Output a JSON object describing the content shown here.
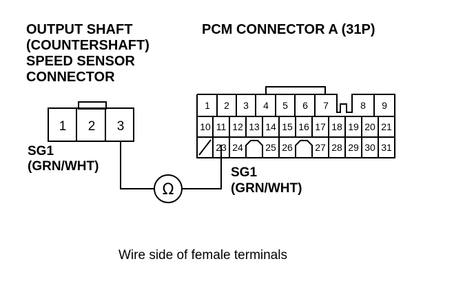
{
  "sensor_connector": {
    "title_lines": [
      "OUTPUT SHAFT",
      "(COUNTERSHAFT)",
      "SPEED SENSOR",
      "CONNECTOR"
    ],
    "pins": [
      "1",
      "2",
      "3"
    ],
    "signal_label": "SG1",
    "wire_color_label": "(GRN/WHT)"
  },
  "pcm_connector": {
    "title": "PCM CONNECTOR A (31P)",
    "row1": [
      "1",
      "2",
      "3",
      "4",
      "5",
      "6",
      "7",
      "",
      "8",
      "9"
    ],
    "row2": [
      "10",
      "11",
      "12",
      "13",
      "14",
      "15",
      "16",
      "17",
      "18",
      "19",
      "20",
      "21"
    ],
    "row3": [
      "",
      "23",
      "24",
      "",
      "25",
      "26",
      "",
      "27",
      "28",
      "29",
      "30",
      "31"
    ],
    "signal_label": "SG1",
    "wire_color_label": "(GRN/WHT)"
  },
  "meter": {
    "symbol": "Ω"
  },
  "caption": "Wire side of female terminals"
}
